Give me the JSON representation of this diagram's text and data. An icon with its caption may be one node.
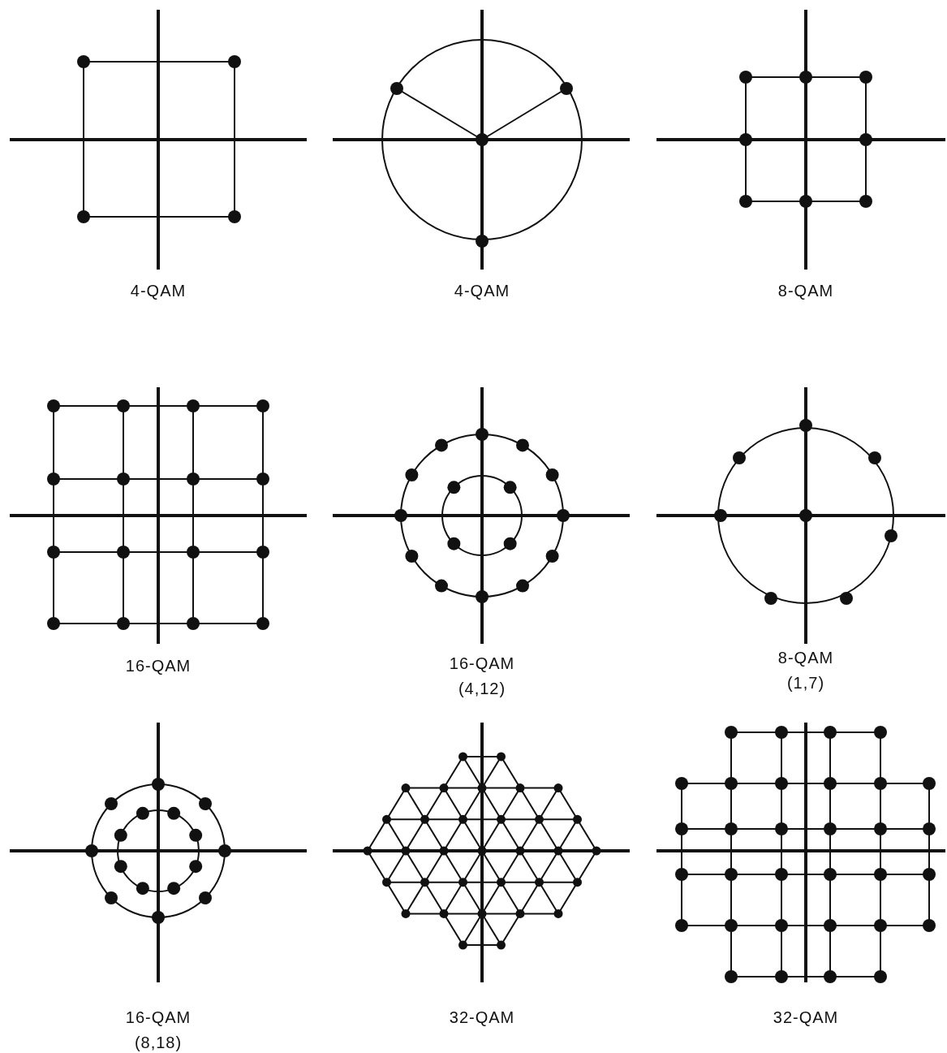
{
  "diagram": {
    "labels": [
      "4-QAM",
      "4-QAM",
      "8-QAM",
      "16-QAM",
      "16-QAM (4,12)",
      "8-QAM (1,7)",
      "16-QAM (8,18)",
      "32-QAM",
      "32-QAM"
    ]
  }
}
